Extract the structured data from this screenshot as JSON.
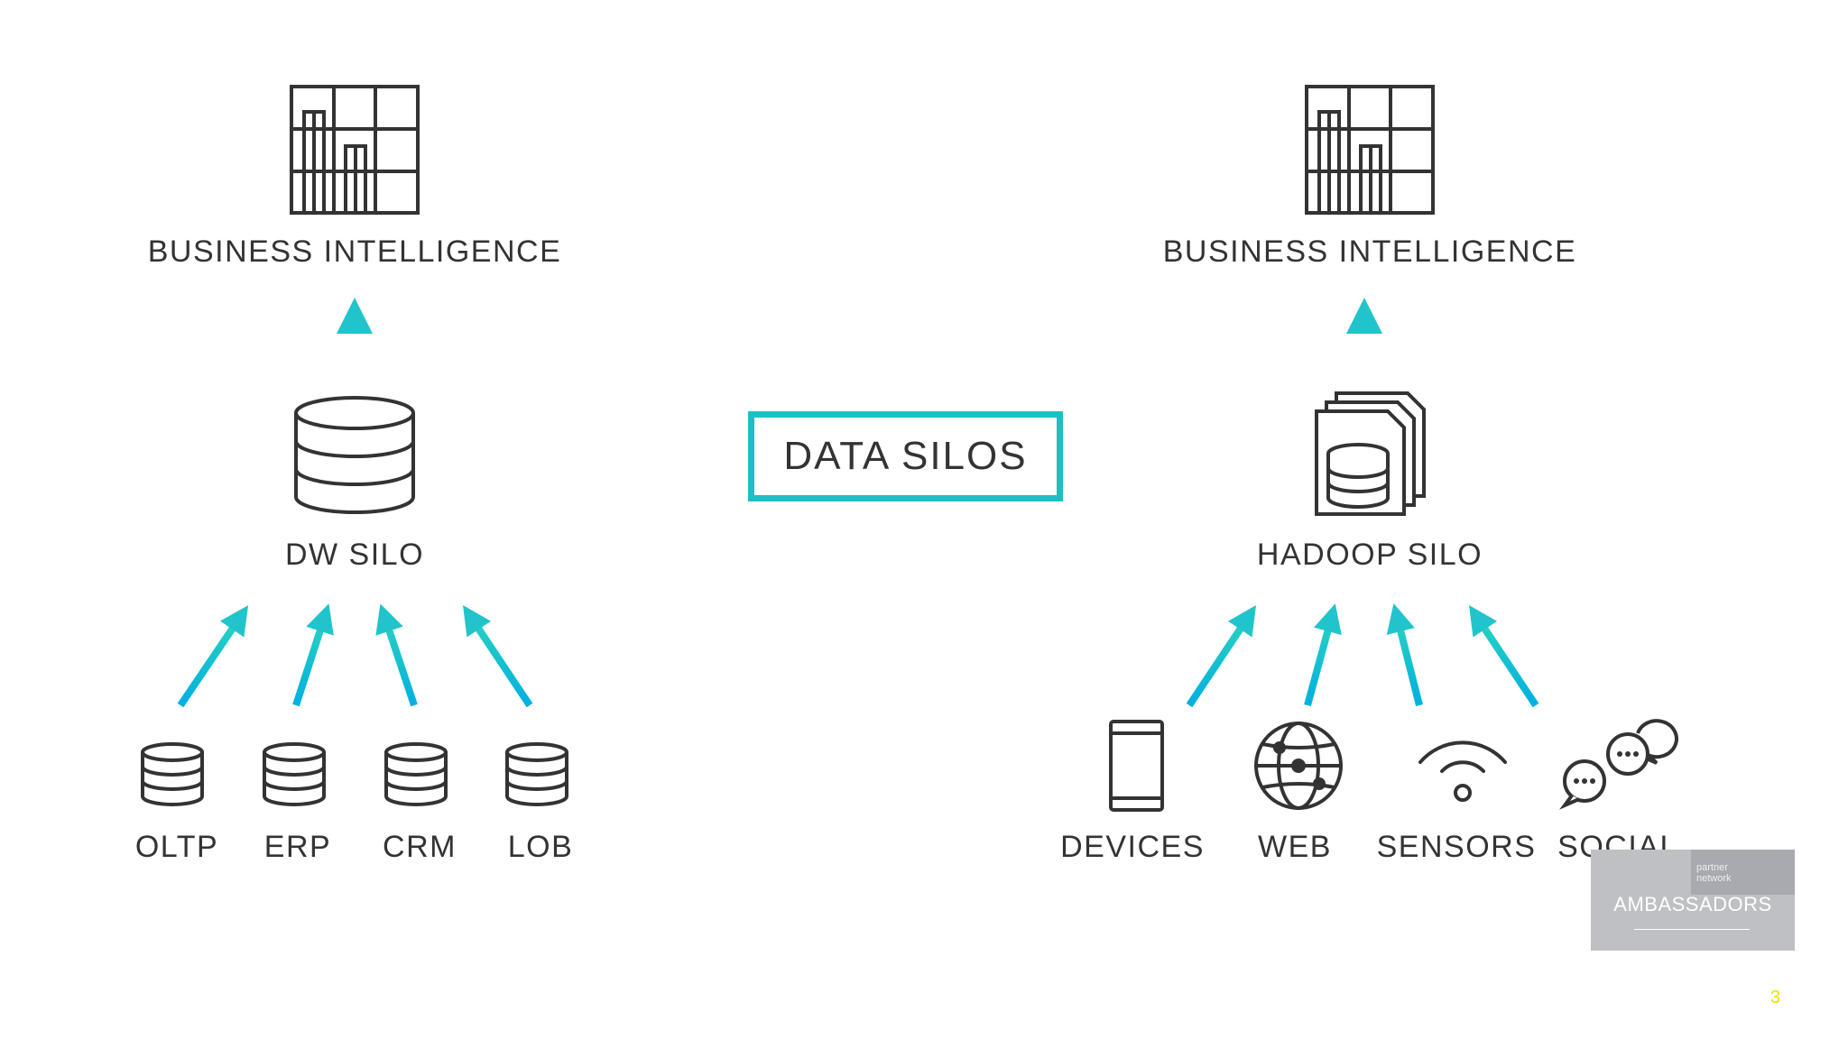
{
  "title": "DATA SILOS",
  "left": {
    "bi_label": "BUSINESS INTELLIGENCE",
    "silo_label": "DW SILO",
    "sources": [
      "OLTP",
      "ERP",
      "CRM",
      "LOB"
    ]
  },
  "right": {
    "bi_label": "BUSINESS INTELLIGENCE",
    "silo_label": "HADOOP SILO",
    "sources": [
      "DEVICES",
      "WEB",
      "SENSORS",
      "SOCIAL"
    ]
  },
  "badge": {
    "line1": "partner",
    "line2": "network",
    "title": "AMBASSADORS"
  },
  "page_number": "3",
  "colors": {
    "arrow_start": "#00b0e0",
    "arrow_end": "#2ad3c0",
    "box_border": "#1cc0c4",
    "icon_stroke": "#333333",
    "text": "#333333"
  },
  "icons": {
    "bi": "report-chart-icon",
    "dw": "database-icon",
    "hadoop": "file-stack-database-icon",
    "oltp": "database-icon",
    "devices": "mobile-device-icon",
    "web": "globe-icon",
    "sensors": "wifi-sensor-icon",
    "social": "chat-bubbles-icon"
  }
}
